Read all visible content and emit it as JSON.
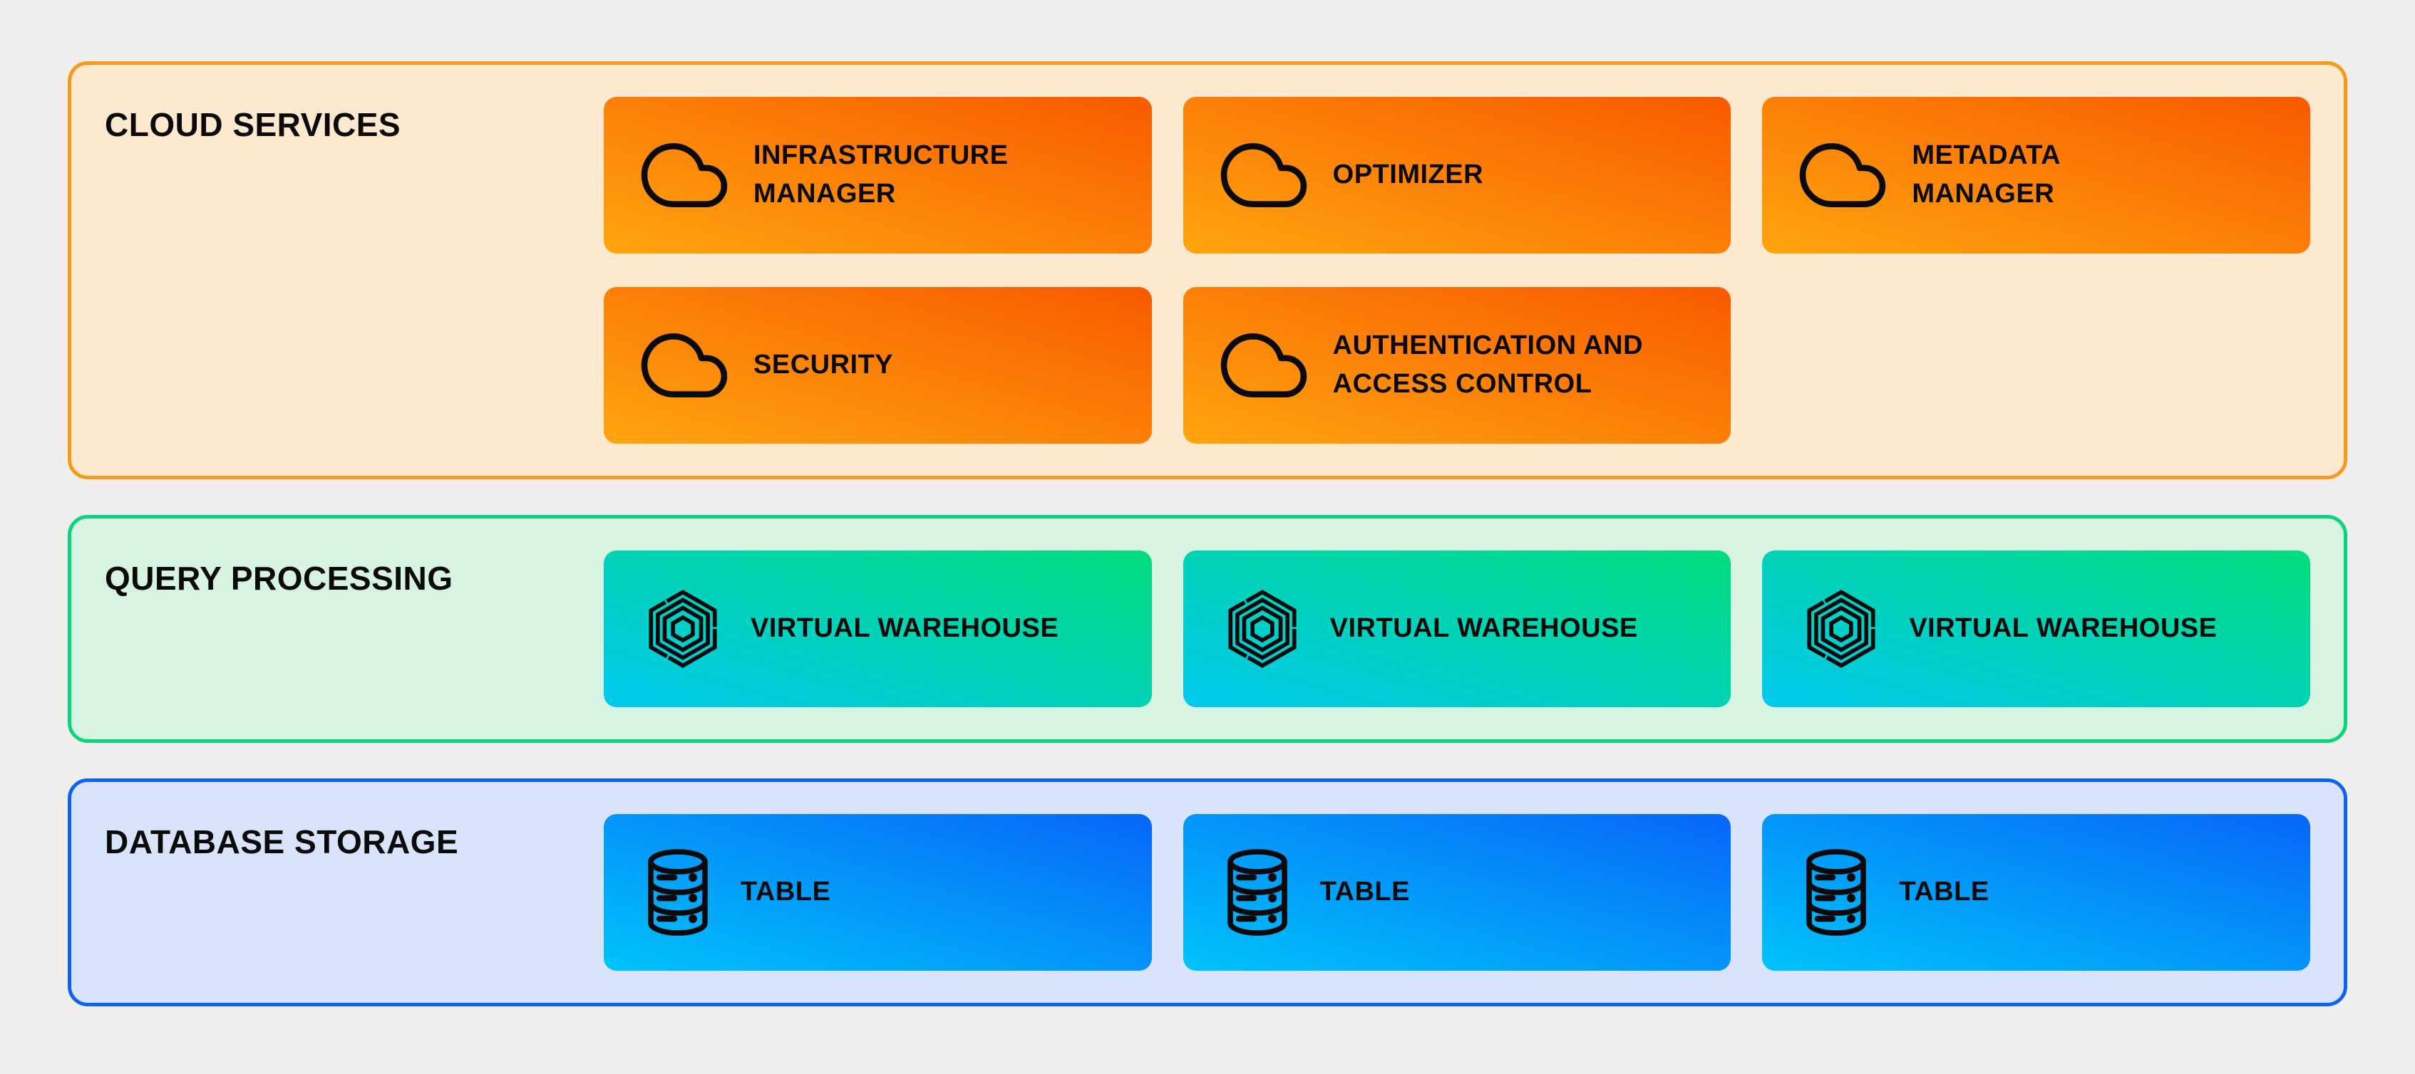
{
  "page": {
    "background": "#f0efed",
    "text_color": "#0a0a0a"
  },
  "sections": [
    {
      "label": "CLOUD SERVICES",
      "colors": {
        "bg": "#fde8d0",
        "border": "#f8991d",
        "box_gradient_from": "#ffa50f",
        "box_gradient_to": "#f85a00"
      },
      "boxes": [
        {
          "label": "INFRASTRUCTURE\nMANAGER",
          "icon": "cloud-icon"
        },
        {
          "label": "OPTIMIZER",
          "icon": "cloud-icon"
        },
        {
          "label": "METADATA\nMANAGER",
          "icon": "cloud-icon"
        },
        {
          "label": "SECURITY",
          "icon": "cloud-icon"
        },
        {
          "label": "AUTHENTICATION AND\nACCESS CONTROL",
          "icon": "cloud-icon"
        }
      ]
    },
    {
      "label": "QUERY PROCESSING",
      "colors": {
        "bg": "#d7f4e3",
        "border": "#0bd47c",
        "box_gradient_from": "#00c9ee",
        "box_gradient_to": "#00dc7c"
      },
      "boxes": [
        {
          "label": "VIRTUAL WAREHOUSE",
          "icon": "warehouse-icon"
        },
        {
          "label": "VIRTUAL WAREHOUSE",
          "icon": "warehouse-icon"
        },
        {
          "label": "VIRTUAL WAREHOUSE",
          "icon": "warehouse-icon"
        }
      ]
    },
    {
      "label": "DATABASE STORAGE",
      "colors": {
        "bg": "#d9e3fb",
        "border": "#0b63f5",
        "box_gradient_from": "#00c3fa",
        "box_gradient_to": "#0766f8"
      },
      "boxes": [
        {
          "label": "TABLE",
          "icon": "database-icon"
        },
        {
          "label": "TABLE",
          "icon": "database-icon"
        },
        {
          "label": "TABLE",
          "icon": "database-icon"
        }
      ]
    }
  ]
}
